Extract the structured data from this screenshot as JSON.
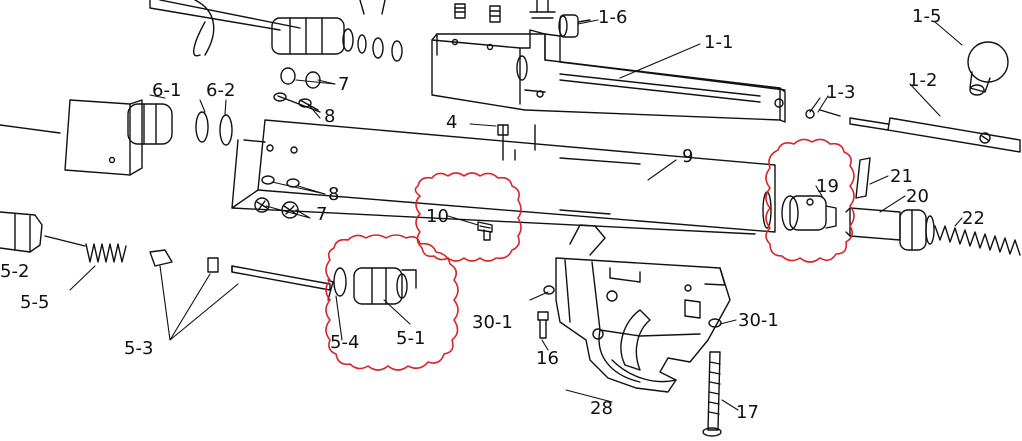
{
  "colors": {
    "line": "#111111",
    "highlight": "#d6262a",
    "background": "#ffffff"
  },
  "labels": {
    "l_1_1": "1-1",
    "l_1_2": "1-2",
    "l_1_3": "1-3",
    "l_1_5": "1-5",
    "l_1_6": "1-6",
    "l_4": "4",
    "l_6_1": "6-1",
    "l_6_2": "6-2",
    "l_7a": "7",
    "l_7b": "7",
    "l_8a": "8",
    "l_8b": "8",
    "l_9": "9",
    "l_10": "10",
    "l_16": "16",
    "l_17": "17",
    "l_19": "19",
    "l_20": "20",
    "l_21": "21",
    "l_22": "22",
    "l_28": "28",
    "l_30_1a": "30-1",
    "l_30_1b": "30-1",
    "l_5_1": "5-1",
    "l_5_2": "5-2",
    "l_5_3": "5-3",
    "l_5_4": "5-4",
    "l_5_5": "5-5"
  },
  "highlighted_parts": [
    "10",
    "5-1",
    "19"
  ]
}
